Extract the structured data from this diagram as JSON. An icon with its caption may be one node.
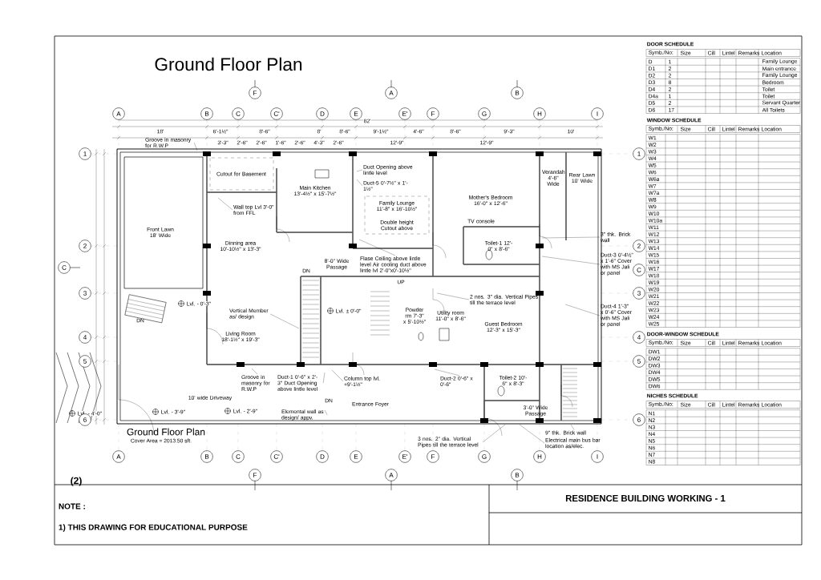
{
  "diagram": {
    "title": "Ground Floor Plan",
    "nodes": [
      {
        "text": [
          "Groove in masonry for R.W.P"
        ]
      },
      {
        "text": [
          "Wall top Lvl 3'-0\" from FFL"
        ]
      },
      {
        "text": [
          "Duct Opening above lintle level"
        ]
      },
      {
        "text": [
          "Duct-5 0'-7½\" x 1'-1½\""
        ]
      },
      {
        "text": [
          "Flase Ceiling above lintle level Air cooling duct above lintle lvl 2'-0\"x0'-10½\""
        ]
      },
      {
        "text": [
          "3\" thk. Brick wall"
        ]
      },
      {
        "text": [
          "Duct-3 0'-4½\" x 1'-6\" Cover with MS Jali or panel"
        ]
      },
      {
        "text": [
          "2 nos. 3\" dia. Vertical Pipes till the terrace level"
        ]
      },
      {
        "text": [
          "Duct-4 1'-3\" x 0'-6\" Cover with MS Jali or panel"
        ]
      },
      {
        "text": [
          "Vertical Member as/ design"
        ]
      },
      {
        "text": [
          "Groove in masonry for R.W.P"
        ]
      },
      {
        "text": [
          "Duct-1 0'-6\" x 2'-3\" Duct Opening above lintle level"
        ]
      },
      {
        "text": [
          "Elemental wall as design/ appv."
        ]
      },
      {
        "text": [
          "Column top lvl. +9'-1½\""
        ]
      },
      {
        "text": [
          "Duct-2 0'-6\" x 0'-6\""
        ]
      },
      {
        "text": [
          "3 nos. 2\" dia. Vertical Pipes till the terrace level"
        ]
      },
      {
        "text": [
          "9\" thk. Brick wall"
        ]
      },
      {
        "text": [
          "Electrical main bus bar location as/elec."
        ]
      }
    ],
    "edges": [
      {
        "from": 0,
        "to": null,
        "arrow": "none"
      },
      {
        "from": 1,
        "to": null,
        "arrow": "none"
      },
      {
        "from": 2,
        "to": null,
        "arrow": "none"
      },
      {
        "from": 3,
        "to": null,
        "arrow": "none"
      },
      {
        "from": 4,
        "to": null,
        "arrow": "none"
      },
      {
        "from": 5,
        "to": null,
        "arrow": "none"
      },
      {
        "from": 6,
        "to": null,
        "arrow": "none"
      },
      {
        "from": 7,
        "to": null,
        "arrow": "none"
      },
      {
        "from": 8,
        "to": null,
        "arrow": "none"
      },
      {
        "from": 9,
        "to": null,
        "arrow": "none"
      },
      {
        "from": 10,
        "to": null,
        "arrow": "none"
      },
      {
        "from": 11,
        "to": null,
        "arrow": "none"
      },
      {
        "from": 12,
        "to": null,
        "arrow": "none"
      },
      {
        "from": 13,
        "to": null,
        "arrow": "none"
      },
      {
        "from": 14,
        "to": null,
        "arrow": "none"
      },
      {
        "from": 15,
        "to": null,
        "arrow": "none"
      },
      {
        "from": 16,
        "to": null,
        "arrow": "none"
      },
      {
        "from": 17,
        "to": null,
        "arrow": "none"
      }
    ],
    "labels": [
      "F",
      "A",
      "B",
      "A",
      "B",
      "C",
      "C'",
      "D",
      "E",
      "E'",
      "F",
      "G",
      "H",
      "I",
      "82'",
      "18'",
      "6'-1½\"",
      "8'-6\"",
      "8'",
      "8'-6\"",
      "9'-1½\"",
      "4'-6\"",
      "8'-6\"",
      "9'-3\"",
      "10'",
      "3'-3\"",
      "2'-6\"",
      "2'-6\"",
      "1'-6\"",
      "2'-6\"",
      "4'-3\"",
      "2'-6\"",
      "12'-9\"",
      "12'-9\"",
      "Cutout for Basement",
      "Main Kitchen 13'-4½\" x 15'-7½\"",
      "Family Lounge 11'-8\" x 16'-10½\"",
      "Double height Cutout above",
      "Verandah 4'-6\" Wide",
      "Rear Lawn 10' Wide",
      "Mother's Bedroom 16'-0\" x 12'-6\"",
      "Front Lawn 18' Wide",
      "TV console",
      "Dinning area 10'-10½\" x 13'-3\"",
      "Toilet-1 12'-0\" x 8'-6\"",
      "8'-0\" Wide Passage",
      "DN",
      "UP",
      "Lvl. - 0'-3\"",
      "Powder rm 7'-3\" x 5'-10½\"",
      "Utility room 11'-0\" x 8'-6\"",
      "Lvl. ± 0'-0\"",
      "DN",
      "Guest Bedroom 12'-3\" x 15'-3\"",
      "Living Room 18'-1½\" x 19'-3\"",
      "Toilet-2 10'-6\" x 8'-3\"",
      "DN",
      "10' wide Driveway",
      "Entrance Foyer",
      "Lvl. - 2'-9\"",
      "3'-0\" Wide Passage",
      "Lvl. - 4'-0\"",
      "Lvl. - 3'-9\"",
      "Ground Floor Plan",
      "Cover Area = 2013.50 sft.",
      "A",
      "B",
      "C",
      "C'",
      "D",
      "E",
      "E'",
      "F",
      "G",
      "H",
      "I",
      "F",
      "A",
      "B",
      "1",
      "2",
      "3",
      "4",
      "5",
      "6",
      "1",
      "2",
      "3",
      "4",
      "5",
      "6",
      "C",
      "C",
      "(2)",
      "NOTE :",
      "1) THIS DRAWING FOR EDUCATIONAL PURPOSE",
      "RESIDENCE BUILDING WORKING - 1",
      "DOOR SCHEDULE",
      "Symb./No:",
      "Size",
      "Cill",
      "Lintel",
      "Remarks",
      "Location",
      "D",
      "1",
      "Family Lounge",
      "D1",
      "2",
      "Main entrance",
      "D2",
      "2",
      "Family Lounge",
      "D3",
      "8",
      "Bedroom",
      "D4",
      "2",
      "Toilet",
      "D4a",
      "1",
      "Toilet",
      "D5",
      "2",
      "Servant Quarter",
      "D6",
      "17",
      "All Toilets",
      "WINDOW SCHEDULE",
      "Symb./No:",
      "Size",
      "Cill",
      "Lintel",
      "Remarks",
      "Location",
      "W1",
      "W2",
      "W3",
      "W4",
      "W5",
      "W6",
      "W6a",
      "W7",
      "W7a",
      "W8",
      "W9",
      "W10",
      "W10a",
      "W11",
      "W12",
      "W13",
      "W14",
      "W15",
      "W16",
      "W17",
      "W18",
      "W19",
      "W20",
      "W21",
      "W22",
      "W23",
      "W24",
      "W25",
      "DOOR-WINDOW SCHEDULE",
      "Symb./No:",
      "Size",
      "Cill",
      "Lintel",
      "Remarks",
      "Location",
      "DW1",
      "DW2",
      "DW3",
      "DW4",
      "DW5",
      "DW6",
      "NICHES SCHEDULE",
      "Symb./No:",
      "Size",
      "Cill",
      "Lintel",
      "Remarks",
      "Location",
      "N1",
      "N2",
      "N3",
      "N4",
      "N5",
      "N6",
      "N7",
      "N8"
    ]
  }
}
